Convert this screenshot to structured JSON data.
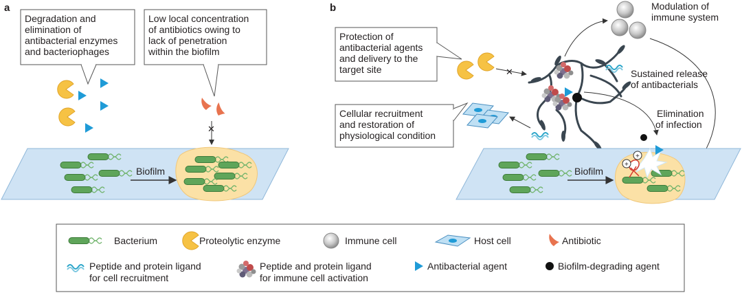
{
  "panel_a": {
    "letter": "a",
    "callout_left": [
      "Degradation and",
      "elimination of",
      "antibacterial enzymes",
      "and bacteriophages"
    ],
    "callout_right": [
      "Low local concentration",
      "of antibiotics owing to",
      "lack of penetration",
      "within the biofilm"
    ],
    "biofilm_label": "Biofilm"
  },
  "panel_b": {
    "letter": "b",
    "callout_protection": [
      "Protection of",
      "antibacterial agents",
      "and delivery to the",
      "target site"
    ],
    "callout_recruitment": [
      "Cellular recruitment",
      "and restoration of",
      "physiological condition"
    ],
    "modulation": [
      "Modulation of",
      "immune system"
    ],
    "sustained": [
      "Sustained release",
      "of antibacterials"
    ],
    "elimination": [
      "Elimination",
      "of infection"
    ],
    "biofilm_label": "Biofilm"
  },
  "legend": {
    "bacterium": "Bacterium",
    "proteolytic": "Proteolytic enzyme",
    "immune_cell": "Immune cell",
    "host_cell": "Host cell",
    "antibiotic": "Antibiotic",
    "peptide_recruit": [
      "Peptide and protein ligand",
      "for cell recruitment"
    ],
    "peptide_immune": [
      "Peptide and protein ligand",
      "for immune cell activation"
    ],
    "antibacterial_agent": "Antibacterial agent",
    "biofilm_degrading": "Biofilm-degrading agent"
  },
  "colors": {
    "surface": "#cfe3f4",
    "surface_stroke": "#8fb7d9",
    "biofilm": "#fbe1a6",
    "bacterium": "#5fa55a",
    "enzyme": "#f6c244",
    "antibacterial": "#1f9bd7",
    "antibiotic": "#e8734f",
    "host_cell": "#bfe0f4",
    "immune_cell": "#c9c9c9"
  }
}
